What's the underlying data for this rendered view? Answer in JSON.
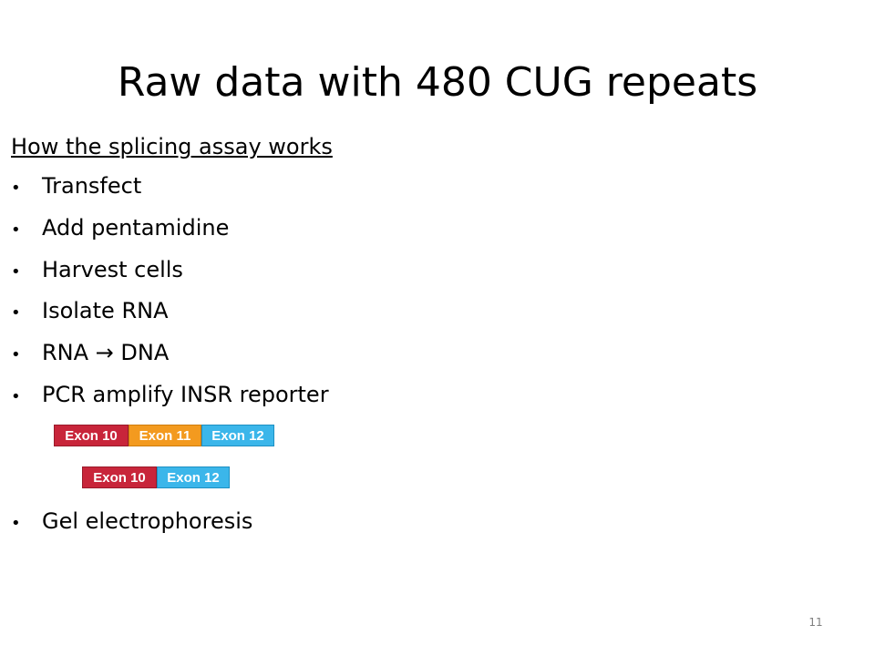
{
  "slide": {
    "title": "Raw data with 480 CUG repeats",
    "subheading": "How the splicing assay works",
    "bullet_symbol": "•",
    "bullets": [
      "Transfect",
      "Add pentamidine",
      "Harvest cells",
      "Isolate RNA",
      "RNA  → DNA",
      "PCR amplify INSR reporter",
      "Gel electrophoresis"
    ],
    "diagram": {
      "included_product": [
        "Exon 10",
        "Exon 11",
        "Exon 12"
      ],
      "excluded_product": [
        "Exon 10",
        "Exon 12"
      ],
      "colors": {
        "exon_10": "#c8253a",
        "exon_11": "#f39a1f",
        "exon_12": "#3bb6ea"
      }
    },
    "page_number": "11"
  }
}
